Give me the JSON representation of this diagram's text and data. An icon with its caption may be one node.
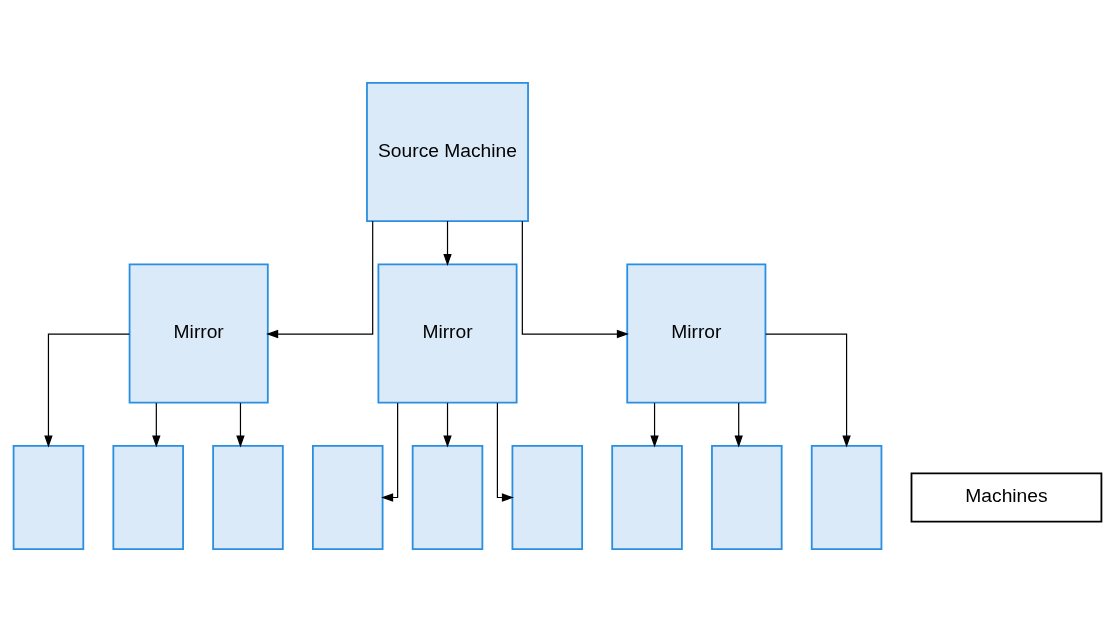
{
  "diagram": {
    "nodes": [
      {
        "text": [
          "Source Machine"
        ]
      },
      {
        "text": [
          "Mirror"
        ]
      },
      {
        "text": [
          "Mirror"
        ]
      },
      {
        "text": [
          "Mirror"
        ]
      },
      {
        "text": [],
        "shape": "box"
      },
      {
        "text": [],
        "shape": "box"
      },
      {
        "text": [],
        "shape": "box"
      },
      {
        "text": [],
        "shape": "box"
      },
      {
        "text": [],
        "shape": "box"
      },
      {
        "text": [],
        "shape": "box"
      },
      {
        "text": [],
        "shape": "box"
      },
      {
        "text": [],
        "shape": "box"
      },
      {
        "text": [],
        "shape": "box"
      },
      {
        "text": [
          "Machines"
        ]
      }
    ],
    "edges": [
      {
        "from": 0,
        "to": 1,
        "arrow": "to"
      },
      {
        "from": 0,
        "to": 2,
        "arrow": "to"
      },
      {
        "from": 0,
        "to": 3,
        "arrow": "to"
      },
      {
        "from": 1,
        "to": 4,
        "arrow": "to"
      },
      {
        "from": 1,
        "to": 5,
        "arrow": "to"
      },
      {
        "from": 1,
        "to": 6,
        "arrow": "to"
      },
      {
        "from": 2,
        "to": 7,
        "arrow": "to"
      },
      {
        "from": 2,
        "to": 8,
        "arrow": "to"
      },
      {
        "from": 2,
        "to": 9,
        "arrow": "to"
      },
      {
        "from": 3,
        "to": 10,
        "arrow": "to"
      },
      {
        "from": 3,
        "to": 11,
        "arrow": "to"
      },
      {
        "from": 3,
        "to": 12,
        "arrow": "to"
      }
    ]
  }
}
